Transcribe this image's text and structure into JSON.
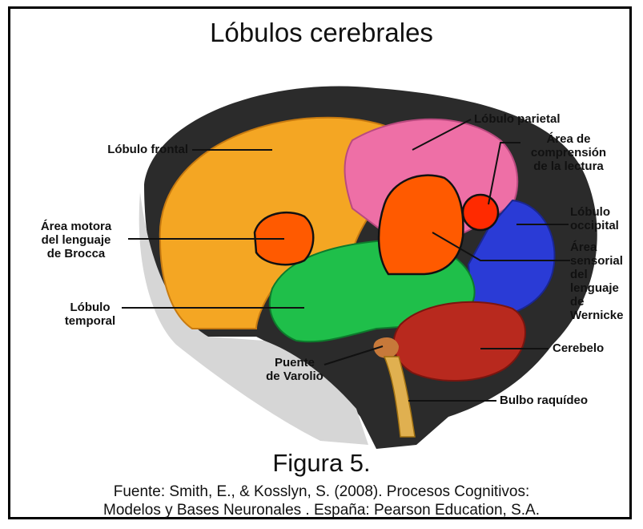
{
  "title": "Lóbulos cerebrales",
  "figure_caption": "Figura 5.",
  "source": {
    "line1": "Fuente: Smith, E., & Kosslyn, S. (2008). Procesos Cognitivos:",
    "line2": "Modelos y Bases Neuronales . España: Pearson Education, S.A."
  },
  "labels": {
    "frontal": "Lóbulo frontal",
    "parietal": "Lóbulo parietal",
    "reading": "Área de\ncomprensión\nde la lectura",
    "occipital": "Lóbulo\noccipital",
    "broca": "Área motora\ndel lenguaje\nde Brocca",
    "wernicke": "Área\nsensorial\ndel\nlenguaje\nde\nWernicke",
    "temporal": "Lóbulo\ntemporal",
    "pons": "Puente\nde Varolio",
    "cerebellum": "Cerebelo",
    "medulla": "Bulbo raquídeo"
  },
  "colors": {
    "frontal": "#f4a623",
    "parietal": "#ee6fa6",
    "temporal": "#1fbf4a",
    "occipital": "#2a3bd6",
    "cerebellum": "#b8291e",
    "speech_area": "#ff5a00",
    "head_shadow": "#2b2b2b",
    "skin": "#d9d9d9"
  }
}
